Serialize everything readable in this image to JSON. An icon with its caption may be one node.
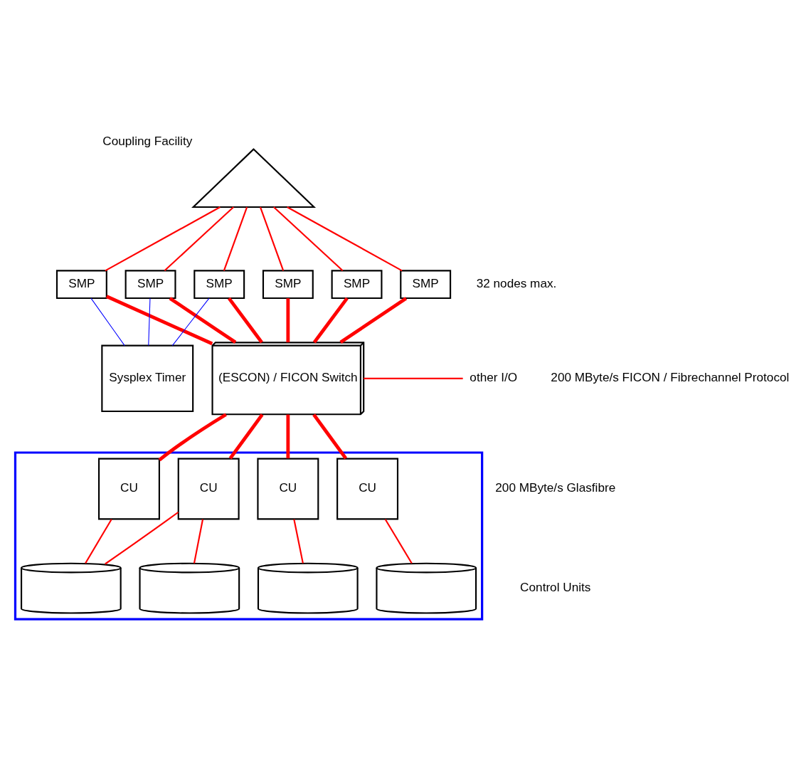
{
  "diagram": {
    "nodes": [
      {
        "text": [
          "Coupling Facility"
        ]
      },
      {
        "text": [
          "SMP"
        ]
      },
      {
        "text": [
          "SMP"
        ]
      },
      {
        "text": [
          "SMP"
        ]
      },
      {
        "text": [
          "SMP"
        ]
      },
      {
        "text": [
          "SMP"
        ]
      },
      {
        "text": [
          "SMP"
        ]
      },
      {
        "text": [
          "Sysplex Timer"
        ]
      },
      {
        "text": [
          "(ESCON) / FICON Switch"
        ]
      },
      {
        "text": [
          "other I/O"
        ]
      },
      {
        "text": [],
        "shape": "box"
      },
      {
        "text": [
          "CU"
        ],
        "in": 10
      },
      {
        "text": [
          "CU"
        ],
        "in": 10
      },
      {
        "text": [
          "CU"
        ],
        "in": 10
      },
      {
        "text": [
          "CU"
        ],
        "in": 10
      },
      {
        "text": [],
        "shape": "cylinder",
        "in": 10
      },
      {
        "text": [],
        "shape": "cylinder",
        "in": 10
      },
      {
        "text": [],
        "shape": "cylinder",
        "in": 10
      },
      {
        "text": [],
        "shape": "cylinder",
        "in": 10
      }
    ],
    "edges": [
      {
        "from": 0,
        "to": 1,
        "arrow": "none"
      },
      {
        "from": 0,
        "to": 2,
        "arrow": "none"
      },
      {
        "from": 0,
        "to": 3,
        "arrow": "none"
      },
      {
        "from": 0,
        "to": 4,
        "arrow": "none"
      },
      {
        "from": 0,
        "to": 5,
        "arrow": "none"
      },
      {
        "from": 0,
        "to": 6,
        "arrow": "none"
      },
      {
        "from": 1,
        "to": 7,
        "arrow": "none",
        "color": "#0000ff"
      },
      {
        "from": 2,
        "to": 7,
        "arrow": "none",
        "color": "#0000ff"
      },
      {
        "from": 3,
        "to": 7,
        "arrow": "none",
        "color": "#0000ff"
      },
      {
        "from": 1,
        "to": 8,
        "arrow": "none",
        "style": "thick"
      },
      {
        "from": 2,
        "to": 8,
        "arrow": "none",
        "style": "thick"
      },
      {
        "from": 3,
        "to": 8,
        "arrow": "none",
        "style": "thick"
      },
      {
        "from": 4,
        "to": 8,
        "arrow": "none",
        "style": "thick"
      },
      {
        "from": 5,
        "to": 8,
        "arrow": "none",
        "style": "thick"
      },
      {
        "from": 6,
        "to": 8,
        "arrow": "none",
        "style": "thick"
      },
      {
        "from": 8,
        "to": 9,
        "arrow": "none"
      },
      {
        "from": 8,
        "to": 11,
        "arrow": "none",
        "style": "thick"
      },
      {
        "from": 8,
        "to": 12,
        "arrow": "none",
        "style": "thick"
      },
      {
        "from": 8,
        "to": 13,
        "arrow": "none",
        "style": "thick"
      },
      {
        "from": 8,
        "to": 14,
        "arrow": "none",
        "style": "thick"
      },
      {
        "from": 11,
        "to": 15,
        "arrow": "none"
      },
      {
        "from": 12,
        "to": 15,
        "arrow": "none"
      },
      {
        "from": 12,
        "to": 16,
        "arrow": "none"
      },
      {
        "from": 13,
        "to": 17,
        "arrow": "none"
      },
      {
        "from": 14,
        "to": 18,
        "arrow": "none"
      }
    ],
    "labels": [
      "32 nodes max.",
      "200 MByte/s FICON / Fibrechannel Protocol",
      "200 MByte/s Glasfibre",
      "Control Units"
    ]
  }
}
